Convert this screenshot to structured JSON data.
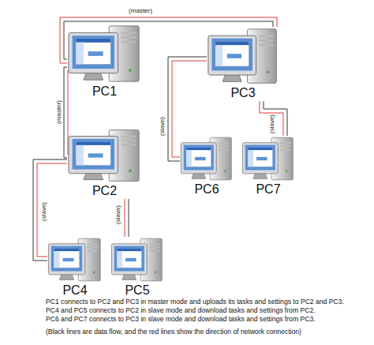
{
  "diagram": {
    "nodes": [
      {
        "text": [
          "PC1"
        ]
      },
      {
        "text": [
          "PC3"
        ]
      },
      {
        "text": [
          "PC2"
        ]
      },
      {
        "text": [
          "PC6"
        ]
      },
      {
        "text": [
          "PC7"
        ]
      },
      {
        "text": [
          "PC4"
        ]
      },
      {
        "text": [
          "PC5"
        ]
      }
    ],
    "edges": [
      {
        "from": 0,
        "to": 1,
        "arrow": "none",
        "label": "(master)"
      },
      {
        "from": 0,
        "to": 2,
        "arrow": "none",
        "label": "(master)"
      },
      {
        "from": 1,
        "to": 3,
        "arrow": "none",
        "label": "(slave)"
      },
      {
        "from": 1,
        "to": 4,
        "arrow": "none",
        "label": "(slave)"
      },
      {
        "from": 2,
        "to": 5,
        "arrow": "none",
        "label": "(slave)"
      },
      {
        "from": 2,
        "to": 6,
        "arrow": "none",
        "label": "(slave)"
      }
    ],
    "labels": [
      "PC1 connects to PC2 and PC3 in master mode and uploads its tasks and settings to PC2 and PC3.",
      "PC4 and PC5 connects to PC2 in slave mode and download tasks and settings from PC2.",
      "PC6 and PC7 connects to PC3 in slave mode and download tasks and settings from PC3.",
      "(Black lines are data flow, and the red lines show the direction of network connection)"
    ]
  }
}
